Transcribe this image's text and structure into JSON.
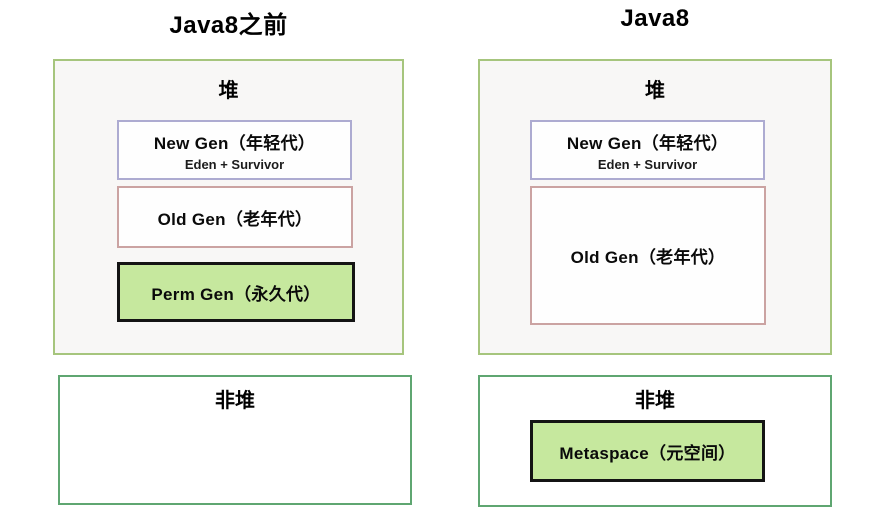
{
  "columns": [
    {
      "title": "Java8之前",
      "heap": {
        "label": "堆",
        "new_gen": {
          "label": "New Gen（年轻代）",
          "sublabel": "Eden + Survivor"
        },
        "old_gen": {
          "label": "Old Gen（老年代）"
        },
        "perm_gen": {
          "label": "Perm Gen（永久代）"
        }
      },
      "non_heap": {
        "label": "非堆"
      }
    },
    {
      "title": "Java8",
      "heap": {
        "label": "堆",
        "new_gen": {
          "label": "New Gen（年轻代）",
          "sublabel": "Eden + Survivor"
        },
        "old_gen": {
          "label": "Old Gen（老年代）"
        }
      },
      "non_heap": {
        "label": "非堆",
        "metaspace": {
          "label": "Metaspace（元空间）"
        }
      }
    }
  ],
  "colors": {
    "heap_border": "#a6c57d",
    "non_heap_border": "#5fa671",
    "new_gen_border": "#adabd1",
    "old_gen_border": "#cba3a2",
    "highlight_fill": "#c6e89e",
    "highlight_border": "#141414",
    "heap_background": "#f8f7f6"
  }
}
